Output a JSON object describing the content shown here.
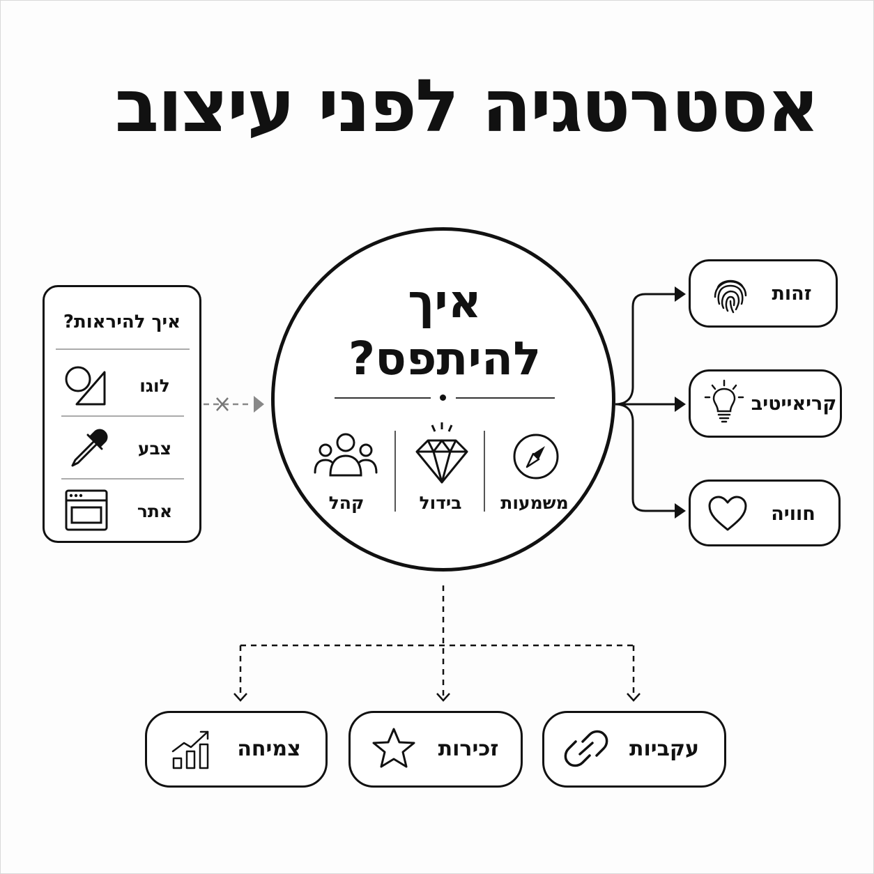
{
  "title": "אסטרטגיה לפני עיצוב",
  "center": {
    "question_line1": "איך",
    "question_line2": "להיתפס?",
    "pillars": [
      {
        "label": "משמעות",
        "icon": "compass-icon"
      },
      {
        "label": "בידול",
        "icon": "diamond-icon"
      },
      {
        "label": "קהל",
        "icon": "audience-icon"
      }
    ]
  },
  "left_card": {
    "title": "איך להיראות?",
    "items": [
      {
        "label": "לוגו",
        "icon": "shapes-icon"
      },
      {
        "label": "צבע",
        "icon": "eyedropper-icon"
      },
      {
        "label": "אתר",
        "icon": "browser-window-icon"
      }
    ]
  },
  "right_items": [
    {
      "label": "זהות",
      "icon": "fingerprint-icon"
    },
    {
      "label": "קריאייטיב",
      "icon": "lightbulb-icon"
    },
    {
      "label": "חוויה",
      "icon": "heart-icon"
    }
  ],
  "bottom_items": [
    {
      "label": "עקביות",
      "icon": "link-icon"
    },
    {
      "label": "זכירות",
      "icon": "star-icon"
    },
    {
      "label": "צמיחה",
      "icon": "growth-chart-icon"
    }
  ]
}
